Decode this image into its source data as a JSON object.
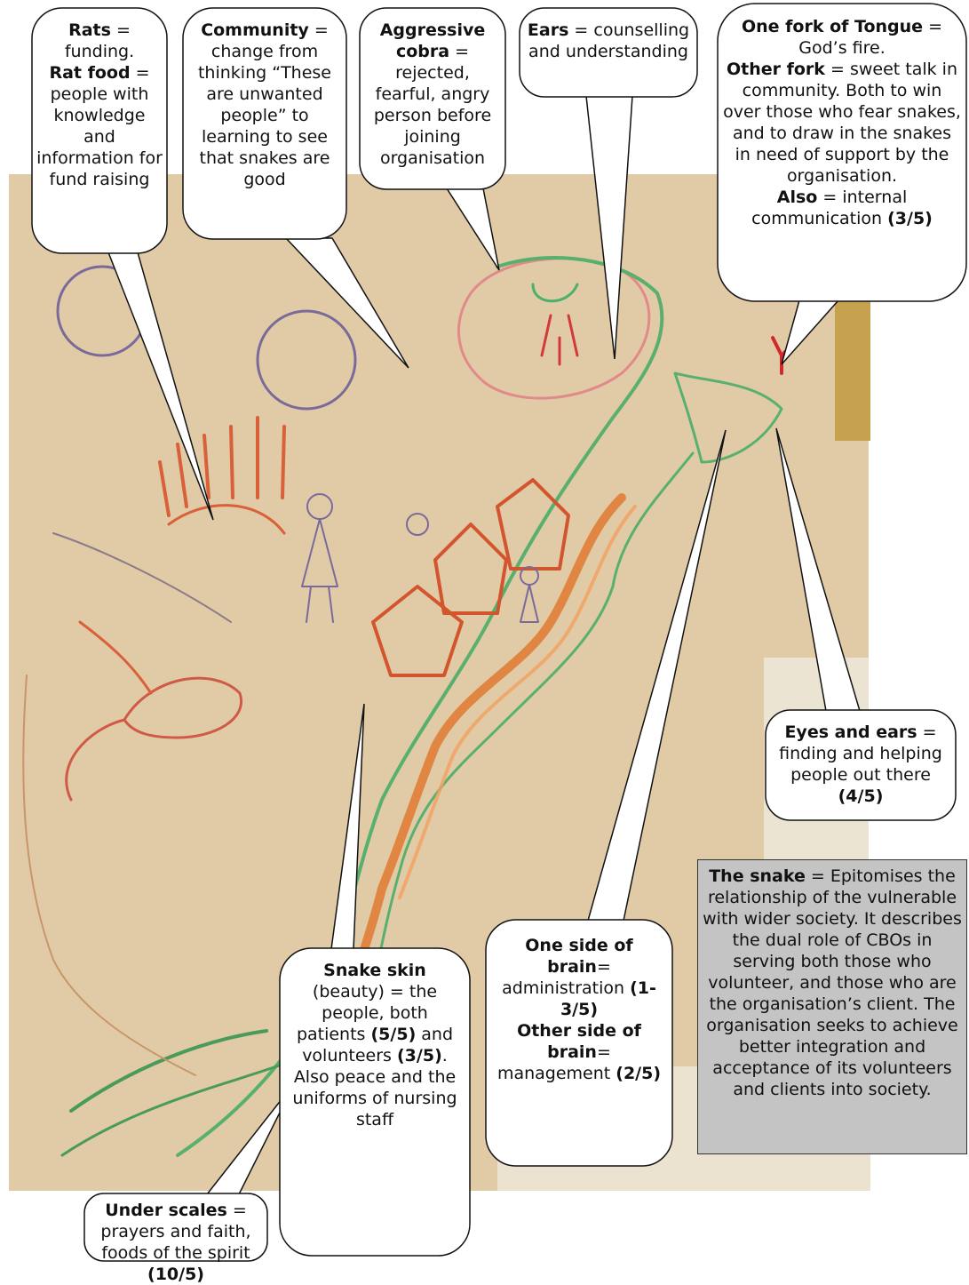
{
  "callouts": {
    "rats": {
      "k1": "Rats",
      "t1": " = funding.",
      "k2": "Rat food",
      "t2": " = people with knowledge and information for fund raising"
    },
    "community": {
      "k1": "Community",
      "t1": " = change from thinking “These are unwanted people” to learning to see that snakes are good"
    },
    "cobra": {
      "k1": "Aggressive cobra",
      "t1": " = rejected, fearful, angry person before joining organisation"
    },
    "ears": {
      "k1": "Ears",
      "t1": " = counselling and understanding"
    },
    "tongue": {
      "k1": "One fork of Tongue",
      "t1": " = God’s fire.",
      "k2": "Other fork",
      "t2": " = sweet talk in community. Both to win over those who fear snakes, and to draw in the snakes in need of support by the organisation.",
      "k3": "Also",
      "t3": " = internal communication ",
      "k4": "(3/5)"
    },
    "eyes": {
      "k1": "Eyes and ears",
      "t1": " = finding and helping people out there ",
      "k2": "(4/5)"
    },
    "brain": {
      "k1": "One side of brain",
      "t1": "= administration ",
      "k2": "(1-3/5)",
      "k3": "Other side of brain",
      "t3": "= management ",
      "k4": "(2/5)"
    },
    "skin": {
      "k1": "Snake skin",
      "t1": " (beauty) = the people, both patients ",
      "k2": "(5/5)",
      "t2": " and volunteers ",
      "k3": "(3/5)",
      "t3": ". Also peace and the uniforms of nursing staff"
    },
    "scales": {
      "k1": "Under scales",
      "t1": " = prayers and faith, foods of the spirit ",
      "k2": "(10/5)"
    }
  },
  "summary": {
    "k1": "The snake",
    "t1": " = Epitomises the relationship of the vulnerable with wider society. It describes the dual role of CBOs in serving both those who volunteer, and those who are the organisation’s client. The organisation seeks to achieve better integration and acceptance of its volunteers and clients into society."
  }
}
